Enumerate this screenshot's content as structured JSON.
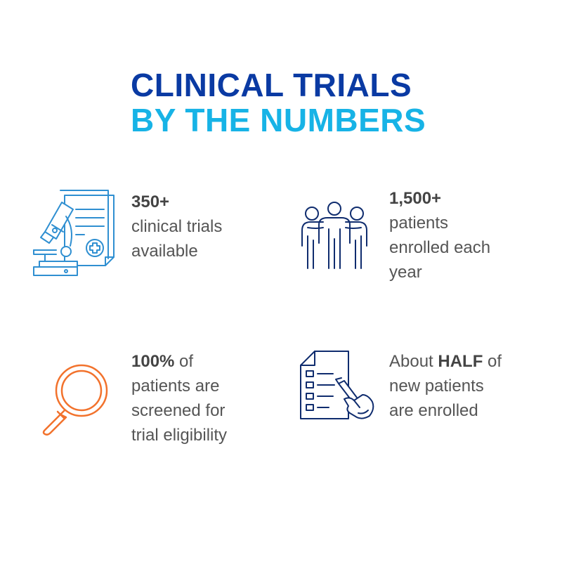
{
  "title": {
    "line1": "CLINICAL TRIALS",
    "line2": "BY THE NUMBERS"
  },
  "stats": [
    {
      "icon": "microscope-icon",
      "value": "350+",
      "lines": [
        "clinical trials",
        "available"
      ]
    },
    {
      "icon": "patients-group-icon",
      "value": "1,500+",
      "lines": [
        "patients",
        "enrolled each",
        "year"
      ]
    },
    {
      "icon": "magnifying-glass-icon",
      "value": "100%",
      "value_suffix": " of",
      "lines": [
        "patients are",
        "screened for",
        "trial eligibility"
      ]
    },
    {
      "icon": "form-signing-icon",
      "prefix": "About ",
      "value": "HALF",
      "value_suffix": " of",
      "lines": [
        "new patients",
        "are enrolled"
      ]
    }
  ],
  "colors": {
    "title_primary": "#0a3aa3",
    "title_secondary": "#17b3e6",
    "icon_light_blue": "#2f8fd1",
    "icon_navy": "#0f2c6e",
    "icon_orange": "#f2722c",
    "body_text": "#555555"
  }
}
